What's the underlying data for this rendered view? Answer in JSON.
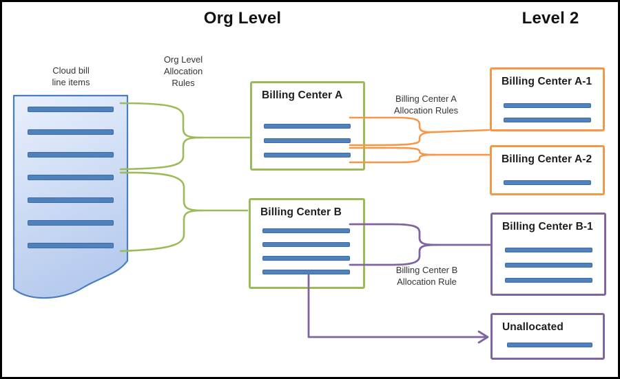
{
  "headers": {
    "org_level": "Org Level",
    "level_2": "Level 2"
  },
  "labels": {
    "cloud_bill": "Cloud bill\nline items",
    "org_rules": "Org Level\nAllocation\nRules",
    "center_a_rules": "Billing Center A\nAllocation Rules",
    "center_b_rules": "Billing Center B\nAllocation Rule"
  },
  "document": {
    "name": "cloud-bill-document",
    "line_count": 7
  },
  "boxes": {
    "a": {
      "label": "Billing Center A",
      "line_count": 3,
      "accent": "#9bbb59"
    },
    "b": {
      "label": "Billing Center B",
      "line_count": 4,
      "accent": "#9bbb59"
    },
    "a1": {
      "label": "Billing Center A-1",
      "line_count": 2,
      "accent": "#f79646"
    },
    "a2": {
      "label": "Billing Center A-2",
      "line_count": 1,
      "accent": "#f79646"
    },
    "b1": {
      "label": "Billing Center B-1",
      "line_count": 3,
      "accent": "#8064a2"
    },
    "unallocated": {
      "label": "Unallocated",
      "line_count": 1,
      "accent": "#8064a2"
    }
  },
  "colors": {
    "org_connector_green": "#9bbb59",
    "level2_a_orange": "#f79646",
    "level2_b_purple": "#8064a2",
    "line_item_blue": "#4f81bd",
    "document_border_blue": "#4a7ebb",
    "document_fill_top": "#e7eefb",
    "document_fill_bottom": "#b7cbee"
  },
  "connectors": [
    {
      "from": "cloud-bill-document",
      "to": "billing-center-a",
      "color": "#9bbb59",
      "style": "brace"
    },
    {
      "from": "cloud-bill-document",
      "to": "billing-center-b",
      "color": "#9bbb59",
      "style": "brace"
    },
    {
      "from": "billing-center-a",
      "to": "billing-center-a-1",
      "color": "#f79646",
      "style": "brace"
    },
    {
      "from": "billing-center-a",
      "to": "billing-center-a-2",
      "color": "#f79646",
      "style": "brace"
    },
    {
      "from": "billing-center-b",
      "to": "billing-center-b-1",
      "color": "#8064a2",
      "style": "brace"
    },
    {
      "from": "billing-center-b",
      "to": "unallocated",
      "color": "#8064a2",
      "style": "arrow"
    }
  ]
}
